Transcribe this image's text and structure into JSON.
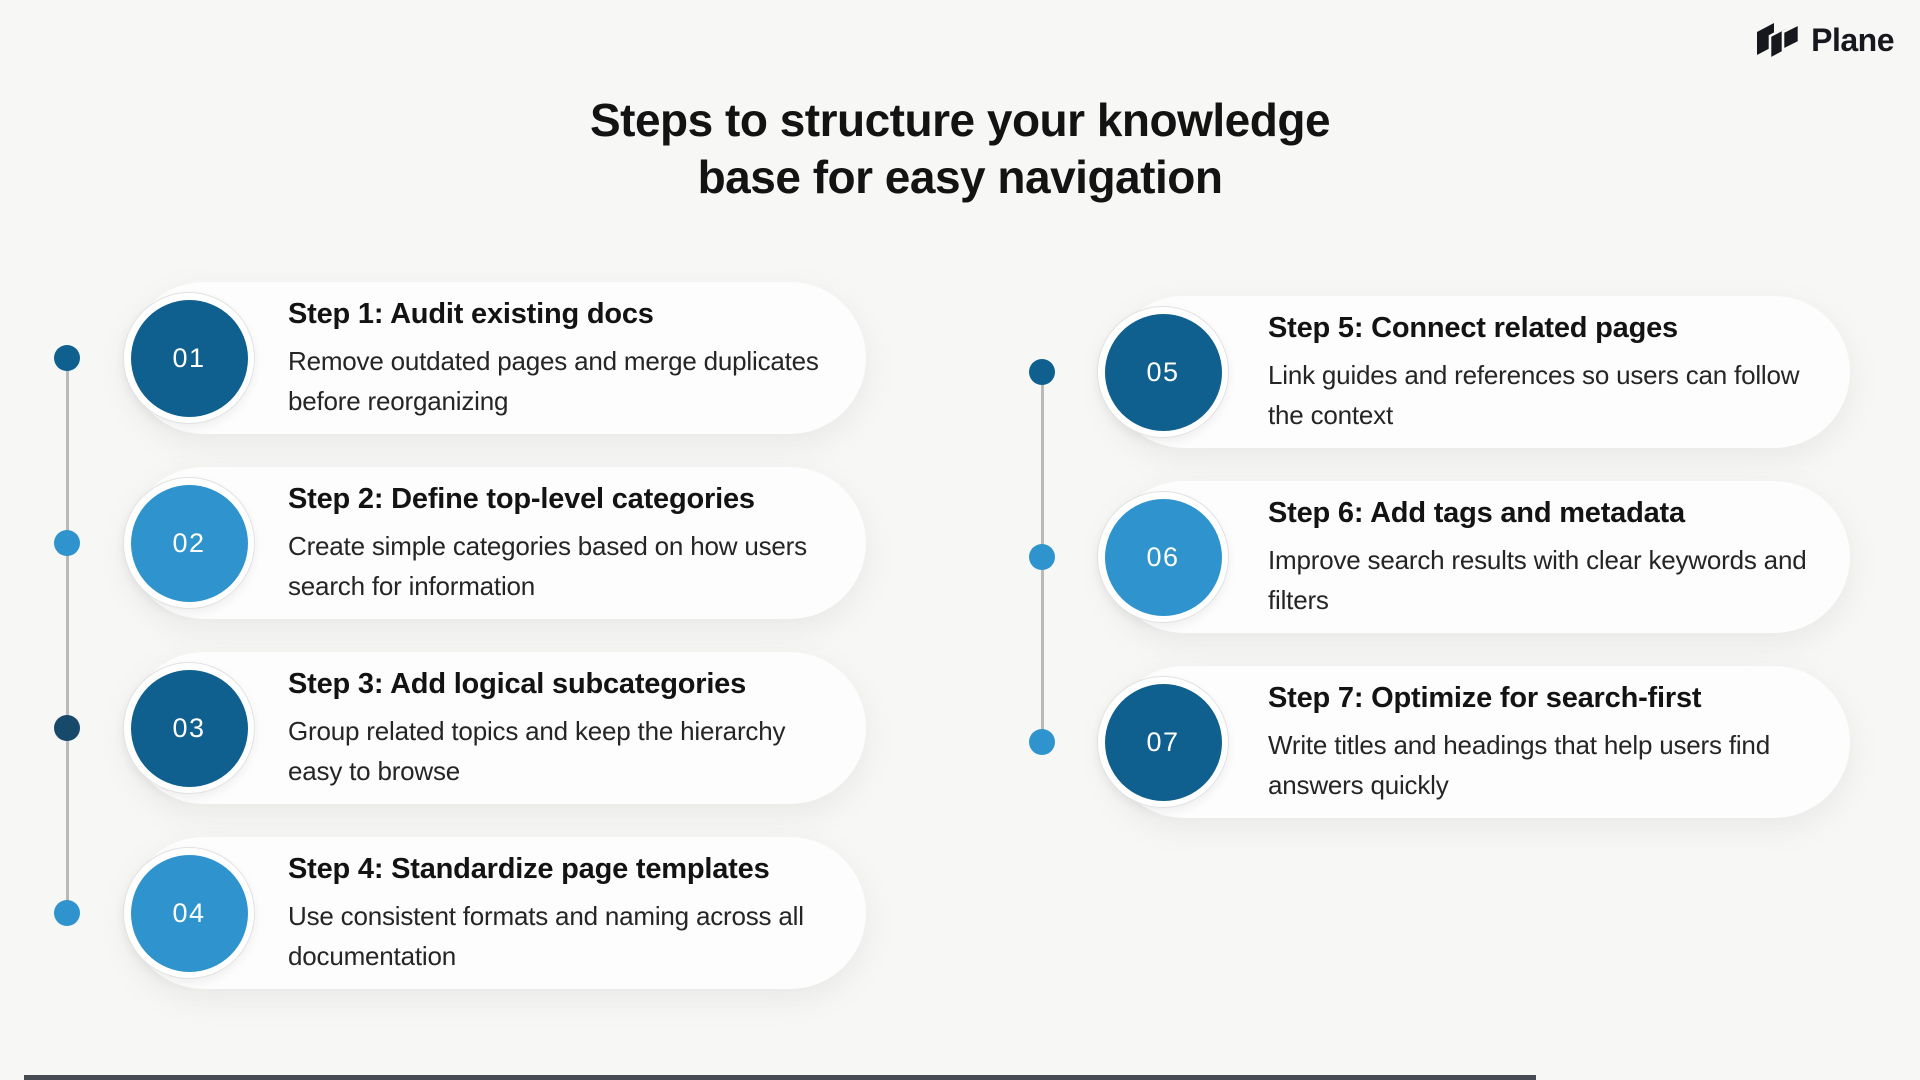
{
  "logo": {
    "label": "Plane"
  },
  "title": {
    "line1": "Steps to structure your knowledge",
    "line2": "base for easy navigation"
  },
  "colors": {
    "background": "#f7f7f5",
    "card": "#fdfdfd",
    "dark_blue": "#0f608e",
    "light_blue": "#2f94cd",
    "timeline_line": "#b9b9b9",
    "logo_black": "#16181d",
    "bottom_bar": "#262b36"
  },
  "steps": [
    {
      "number": "01",
      "column": "left",
      "title": "Step 1: Audit existing docs",
      "description": "Remove outdated pages and merge duplicates before reorganizing",
      "circle_color": "#0f608e",
      "dot_color": "#0f608e"
    },
    {
      "number": "02",
      "column": "left",
      "title": "Step 2: Define top-level categories",
      "description": "Create simple categories based on how users search for information",
      "circle_color": "#2f94cd",
      "dot_color": "#2f94cd"
    },
    {
      "number": "03",
      "column": "left",
      "title": "Step 3: Add logical subcategories",
      "description": "Group related topics and keep the hierarchy easy to browse",
      "circle_color": "#0f608e",
      "dot_color": "#17496b"
    },
    {
      "number": "04",
      "column": "left",
      "title": "Step 4: Standardize page templates",
      "description": "Use consistent formats and naming across all documentation",
      "circle_color": "#2f94cd",
      "dot_color": "#2f94cd"
    },
    {
      "number": "05",
      "column": "right",
      "title": "Step 5: Connect related pages",
      "description": "Link guides and references so users can follow the context",
      "circle_color": "#0f608e",
      "dot_color": "#0f608e"
    },
    {
      "number": "06",
      "column": "right",
      "title": "Step 6: Add tags and metadata",
      "description": "Improve search results with clear keywords and filters",
      "circle_color": "#2f94cd",
      "dot_color": "#2f94cd"
    },
    {
      "number": "07",
      "column": "right",
      "title": "Step 7: Optimize for search-first",
      "description": "Write titles and headings that help users find answers quickly",
      "circle_color": "#0f608e",
      "dot_color": "#2f94cd"
    }
  ]
}
